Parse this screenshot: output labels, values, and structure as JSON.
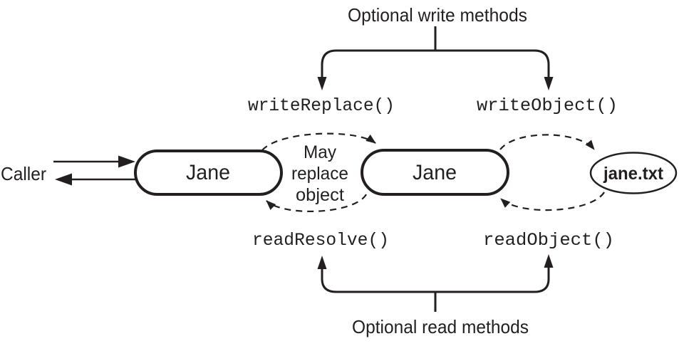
{
  "titles": {
    "top": "Optional write methods",
    "bottom": "Optional read methods"
  },
  "methods": {
    "write_replace": "writeReplace()",
    "write_object": "writeObject()",
    "read_resolve": "readResolve()",
    "read_object": "readObject()"
  },
  "caller": {
    "label": "Caller"
  },
  "objects": {
    "jane1": "Jane",
    "jane2": "Jane",
    "file": "jane.txt"
  },
  "note": {
    "line1": "May",
    "line2": "replace",
    "line3": "object"
  },
  "colors": {
    "ink": "#231f20",
    "background": "#ffffff"
  }
}
